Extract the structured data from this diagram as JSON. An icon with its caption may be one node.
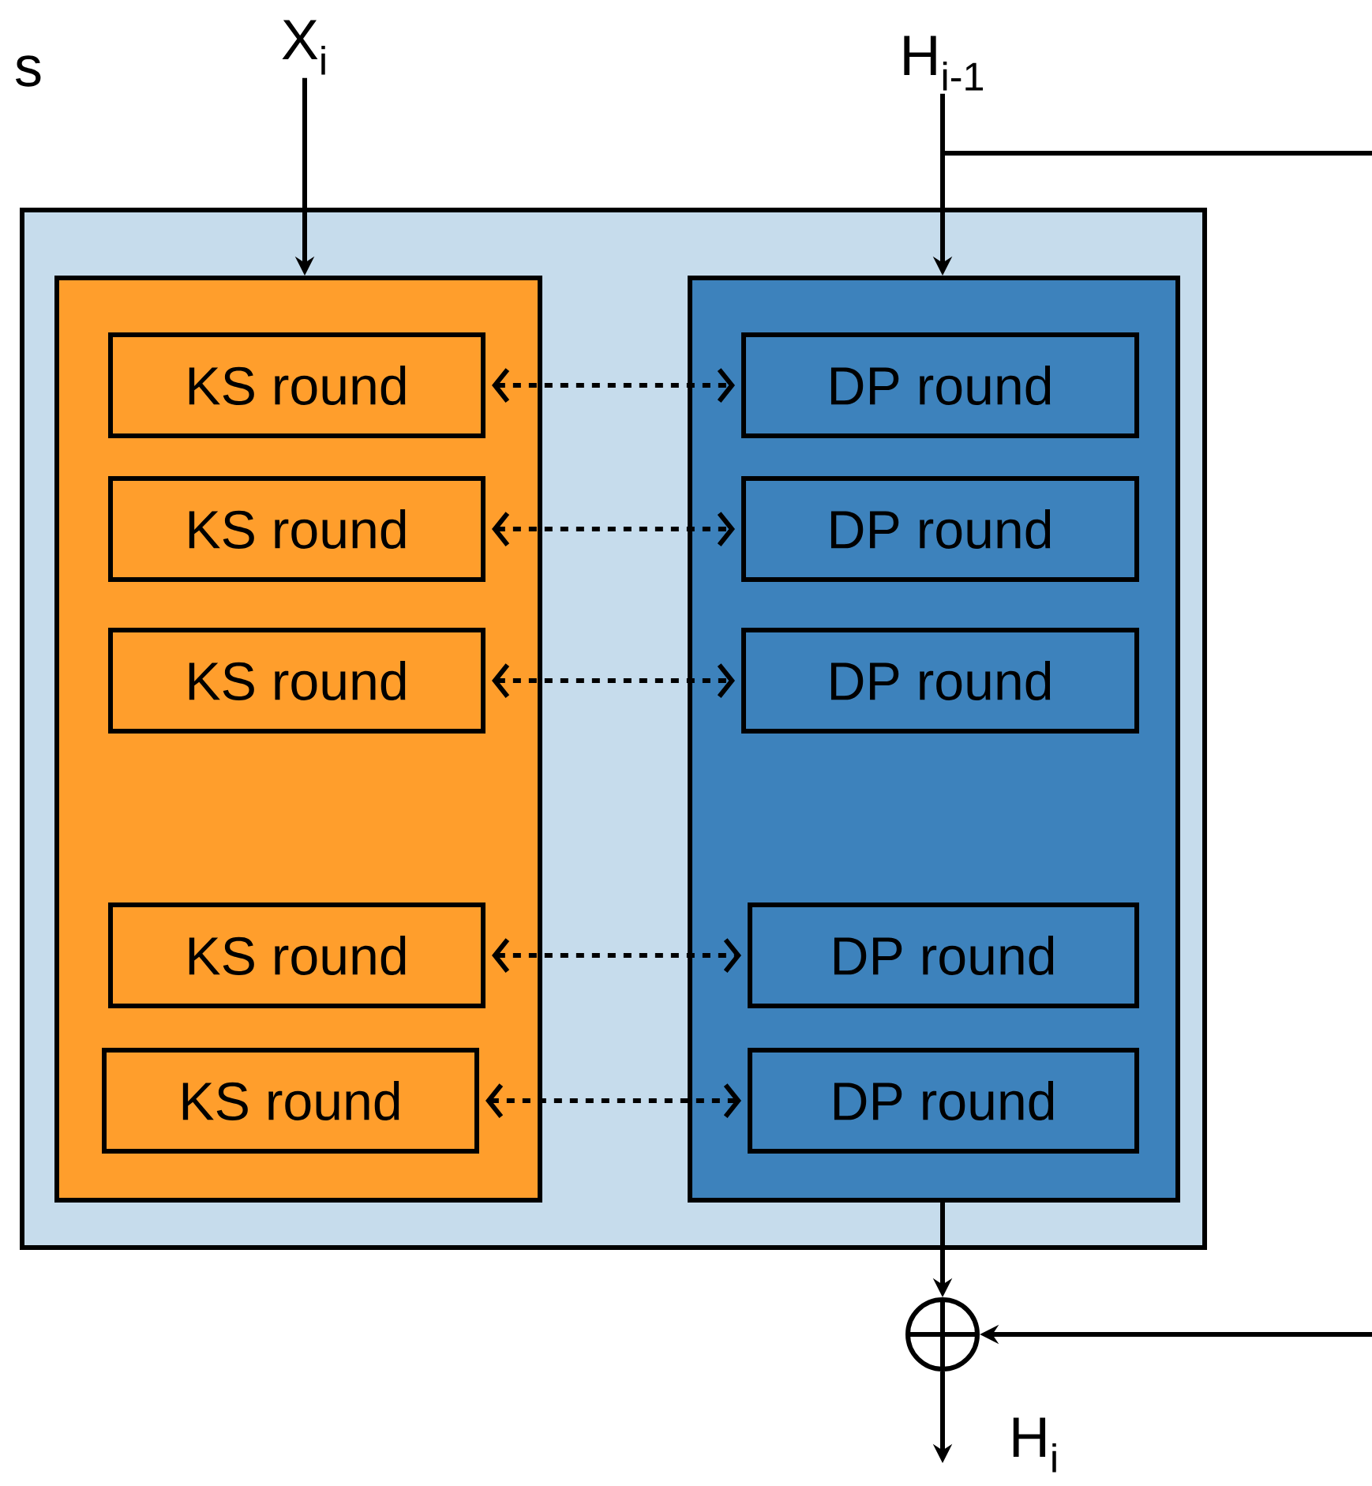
{
  "diagram": {
    "nodes": [
      {
        "text": [],
        "shape": "box"
      },
      {
        "text": [],
        "shape": "box",
        "in": 0
      },
      {
        "text": [],
        "shape": "box",
        "in": 0
      },
      {
        "text": [
          "KS round"
        ],
        "in": 1
      },
      {
        "text": [
          "KS round"
        ],
        "in": 1
      },
      {
        "text": [
          "KS round"
        ],
        "in": 1
      },
      {
        "text": [
          "KS round"
        ],
        "in": 1
      },
      {
        "text": [
          "KS round"
        ],
        "in": 1
      },
      {
        "text": [
          "DP round"
        ],
        "in": 2
      },
      {
        "text": [
          "DP round"
        ],
        "in": 2
      },
      {
        "text": [
          "DP round"
        ],
        "in": 2
      },
      {
        "text": [
          "DP round"
        ],
        "in": 2
      },
      {
        "text": [
          "DP round"
        ],
        "in": 2
      },
      {
        "text": [
          "X$_{i}$"
        ]
      },
      {
        "text": [
          "H$_{i-1}$"
        ]
      },
      {
        "text": [],
        "shape": "circle"
      }
    ],
    "edges": [
      {
        "from": 13,
        "to": 1,
        "arrow": "to"
      },
      {
        "from": 14,
        "to": 2,
        "arrow": "to"
      },
      {
        "from": 14,
        "to": null,
        "arrow": "none"
      },
      {
        "from": 3,
        "to": 8,
        "arrow": "both",
        "style": "dashed"
      },
      {
        "from": 4,
        "to": 9,
        "arrow": "both",
        "style": "dashed"
      },
      {
        "from": 5,
        "to": 10,
        "arrow": "both",
        "style": "dashed"
      },
      {
        "from": 6,
        "to": 11,
        "arrow": "both",
        "style": "dashed"
      },
      {
        "from": 7,
        "to": 12,
        "arrow": "both",
        "style": "dashed"
      },
      {
        "from": 2,
        "to": 15,
        "arrow": "to"
      },
      {
        "from": null,
        "to": 15,
        "arrow": "to"
      },
      {
        "from": 15,
        "to": null,
        "arrow": "to"
      }
    ],
    "labels": [
      "s",
      "H$_{i}$"
    ]
  }
}
